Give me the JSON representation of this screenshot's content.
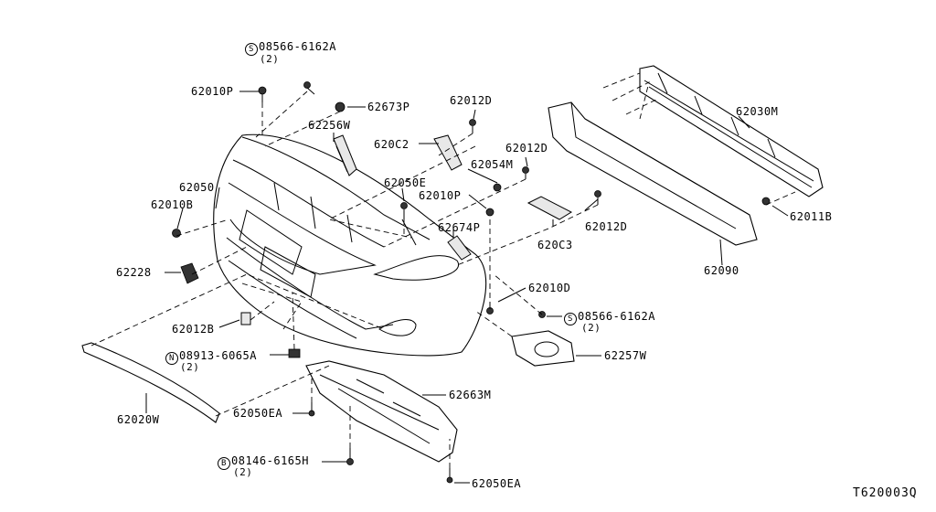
{
  "diagram": {
    "reference_code": "T620003Q",
    "labels": {
      "p_08566_6162a_top": "08566-6162A",
      "p_08566_6162a_top_qty": "(2)",
      "p_08566_6162a_top_sym": "S",
      "p_62010p_top": "62010P",
      "p_62673p": "62673P",
      "p_62256w": "62256W",
      "p_62012d_a": "62012D",
      "p_620c2": "620C2",
      "p_62012d_b": "62012D",
      "p_62054m": "62054M",
      "p_62050e": "62050E",
      "p_62010p_mid": "62010P",
      "p_62050": "62050",
      "p_62010b": "62010B",
      "p_62674p": "62674P",
      "p_62012d_c": "62012D",
      "p_620c3": "620C3",
      "p_62030m": "62030M",
      "p_62011b": "62011B",
      "p_62090": "62090",
      "p_62228": "62228",
      "p_62010d": "62010D",
      "p_08566_6162a_bot": "08566-6162A",
      "p_08566_6162a_bot_qty": "(2)",
      "p_08566_6162a_bot_sym": "S",
      "p_62012b": "62012B",
      "p_08913_6065a": "08913-6065A",
      "p_08913_6065a_qty": "(2)",
      "p_08913_6065a_sym": "N",
      "p_62257w": "62257W",
      "p_62663m": "62663M",
      "p_62020w": "62020W",
      "p_62050ea_a": "62050EA",
      "p_08146_6165h": "08146-6165H",
      "p_08146_6165h_qty": "(2)",
      "p_08146_6165h_sym": "B",
      "p_62050ea_b": "62050EA"
    }
  }
}
